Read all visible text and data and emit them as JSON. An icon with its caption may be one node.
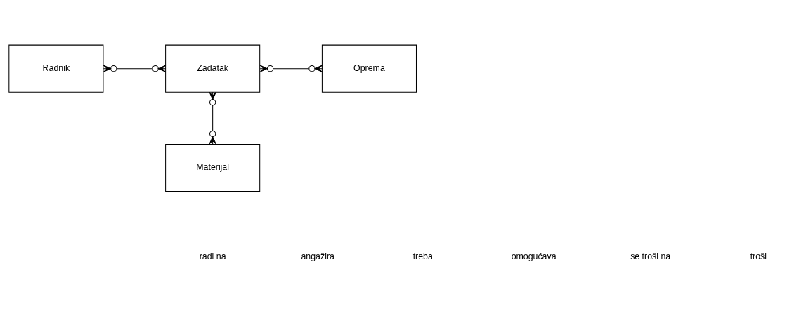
{
  "diagram": {
    "nodes": [
      {
        "text": [
          "Radnik"
        ]
      },
      {
        "text": [
          "Zadatak"
        ]
      },
      {
        "text": [
          "Oprema"
        ]
      },
      {
        "text": [
          "Materijal"
        ]
      }
    ],
    "edges": [
      {
        "from": 0,
        "to": 1,
        "arrow": "other"
      },
      {
        "from": 1,
        "to": 2,
        "arrow": "other"
      },
      {
        "from": 1,
        "to": 3,
        "arrow": "other"
      }
    ],
    "labels": [
      "radi na",
      "angažira",
      "treba",
      "omogućava",
      "se troši na",
      "troši"
    ]
  }
}
